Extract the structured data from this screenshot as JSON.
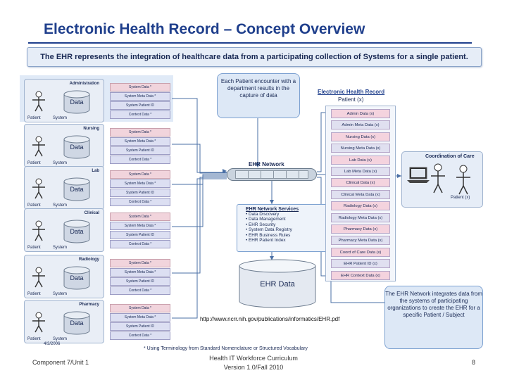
{
  "title": "Electronic Health Record – Concept Overview",
  "intro": "The EHR represents the integration of healthcare data from a participating collection of Systems for a single patient.",
  "departments": [
    {
      "name": "Administration",
      "cells": [
        "System Data *",
        "System Meta Data *",
        "System Patient ID",
        "Context Data *"
      ]
    },
    {
      "name": "Nursing",
      "cells": [
        "System Data *",
        "System Meta Data *",
        "System Patient ID",
        "Context Data *"
      ]
    },
    {
      "name": "Lab",
      "cells": [
        "System Data *",
        "System Meta Data *",
        "System Patient ID",
        "Context Data *"
      ]
    },
    {
      "name": "Clinical",
      "cells": [
        "System Data *",
        "System Meta Data *",
        "System Patient ID",
        "Context Data *"
      ]
    },
    {
      "name": "Radiology",
      "cells": [
        "System Data *",
        "System Meta Data *",
        "System Patient ID",
        "Context Data *"
      ]
    },
    {
      "name": "Pharmacy",
      "cells": [
        "System Data *",
        "System Meta Data *",
        "System Patient ID",
        "Context Data *"
      ]
    }
  ],
  "panel_labels": {
    "data": "Data",
    "patient": "Patient",
    "system": "System"
  },
  "callout": "Each Patient encounter with a department results in the capture of data",
  "network_label": "EHR Network",
  "services": {
    "title": "EHR Network Services",
    "items": [
      "Data Discovery",
      "Data Management",
      "EHR Security",
      "System Data Registry",
      "EHR Business Rules",
      "EHR Patient Index"
    ]
  },
  "ehr_data": "EHR Data",
  "ehr_record": {
    "title": "Electronic Health Record",
    "subtitle": "Patient (x)",
    "items": [
      "Admin Data (x)",
      "Admin Meta Data (x)",
      "Nursing Data (x)",
      "Nursing Meta Data (x)",
      "Lab Data (x)",
      "Lab Meta Data (x)",
      "Clinical Data (x)",
      "Clinical Meta Data (x)",
      "Radiology Data (x)",
      "Radiology Meta Data (x)",
      "Pharmacy Data (x)",
      "Pharmacy Meta Data (x)",
      "Coord of Care Data (x)",
      "EHR Patient ID (x)",
      "EHR Context Data (x)"
    ]
  },
  "coordination": {
    "title": "Coordination of Care",
    "patient": "Patient (x)"
  },
  "integration": "The EHR Network integrates data from the systems of participating organizations to create the EHR for a specific Patient / Subject",
  "url": "http://www.ncrr.nih.gov/publications/informatics/EHR.pdf",
  "date": "4/3/2006",
  "note": "* Using Terminology from Standard Nomenclature or Structured Vocabulary",
  "footer": {
    "left": "Component 7/Unit 1",
    "mid_line1": "Health IT Workforce Curriculum",
    "mid_line2": "Version 1.0/Fall 2010",
    "page": "8"
  },
  "colors": {
    "title": "#1f3f8c",
    "panel": "#e9eef6",
    "sys_cell": "#f1d4dc",
    "meta_cell": "#dcdff2"
  }
}
